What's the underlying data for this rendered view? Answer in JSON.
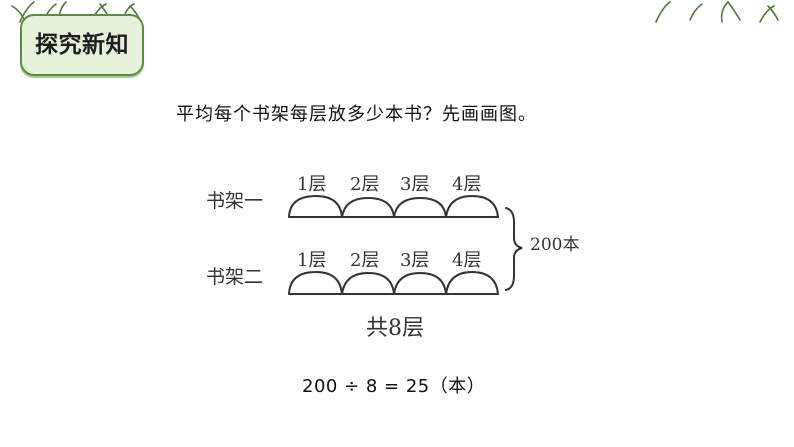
{
  "header": {
    "title": "探究新知"
  },
  "question": "平均每个书架每层放多少本书？先画画图。",
  "diagram": {
    "shelves": [
      {
        "label": "书架一",
        "layers": [
          "1层",
          "2层",
          "3层",
          "4层"
        ]
      },
      {
        "label": "书架二",
        "layers": [
          "1层",
          "2层",
          "3层",
          "4层"
        ]
      }
    ],
    "brace_value": "200本",
    "total_label": "共8层"
  },
  "equation": "200 ÷ 8 = 25（本）"
}
